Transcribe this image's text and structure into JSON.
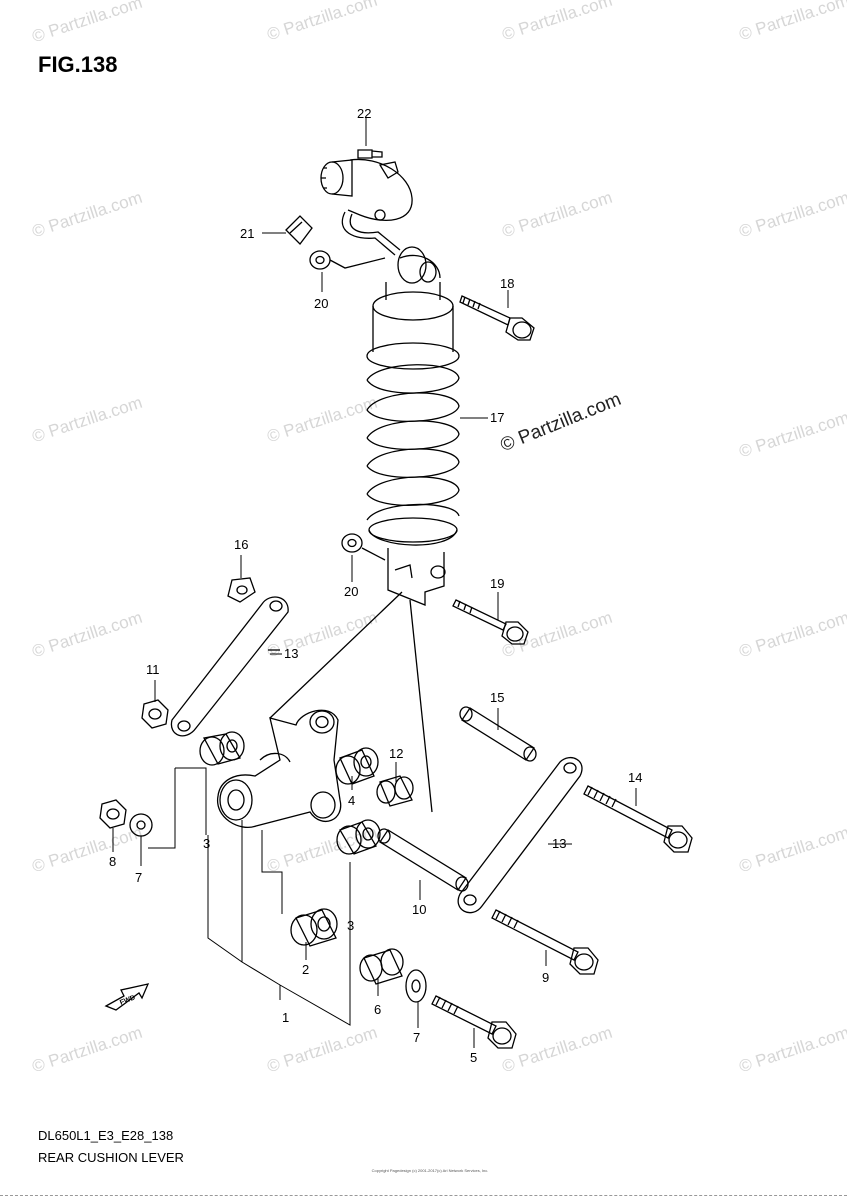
{
  "figure": {
    "title": "FIG.138",
    "model_code": "DL650L1_E3_E28_138",
    "section_name": "REAR CUSHION LEVER",
    "copyright": "Copyright\nPagedesign (c) 2001-2017(c) Ari Network Services, Inc.",
    "fwd_label": "FWD"
  },
  "watermark": {
    "text": "© Partzilla.com"
  },
  "callouts": [
    {
      "label": "1",
      "part": "lever-assembly"
    },
    {
      "label": "2",
      "part": "bearing"
    },
    {
      "label": "3",
      "part": "bearing"
    },
    {
      "label": "3",
      "part": "bearing"
    },
    {
      "label": "4",
      "part": "spacer"
    },
    {
      "label": "5",
      "part": "bolt"
    },
    {
      "label": "6",
      "part": "spacer"
    },
    {
      "label": "7",
      "part": "washer"
    },
    {
      "label": "7",
      "part": "washer"
    },
    {
      "label": "8",
      "part": "nut"
    },
    {
      "label": "9",
      "part": "bolt"
    },
    {
      "label": "10",
      "part": "pipe"
    },
    {
      "label": "11",
      "part": "nut"
    },
    {
      "label": "12",
      "part": "spacer"
    },
    {
      "label": "13",
      "part": "rod"
    },
    {
      "label": "13",
      "part": "rod"
    },
    {
      "label": "14",
      "part": "bolt"
    },
    {
      "label": "15",
      "part": "pipe"
    },
    {
      "label": "16",
      "part": "nut"
    },
    {
      "label": "17",
      "part": "shock-absorber"
    },
    {
      "label": "18",
      "part": "bolt"
    },
    {
      "label": "19",
      "part": "bolt"
    },
    {
      "label": "20",
      "part": "nut"
    },
    {
      "label": "20",
      "part": "nut"
    },
    {
      "label": "21",
      "part": "clamp"
    },
    {
      "label": "22",
      "part": "screw"
    }
  ]
}
